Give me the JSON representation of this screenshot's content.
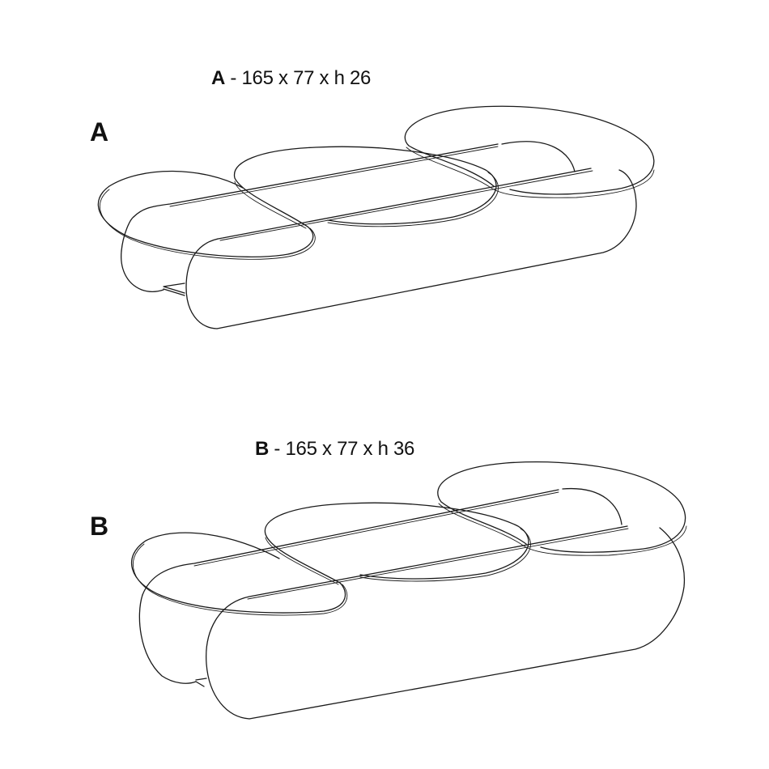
{
  "variants": [
    {
      "code": "A",
      "separator": " - ",
      "dimensions": "165 x 77 x h 26",
      "label": "A"
    },
    {
      "code": "B",
      "separator": " - ",
      "dimensions": "165 x 77 x h 36",
      "label": "B"
    }
  ],
  "colors": {
    "background": "#ffffff",
    "line": "#1a1a1a",
    "text": "#111111"
  }
}
